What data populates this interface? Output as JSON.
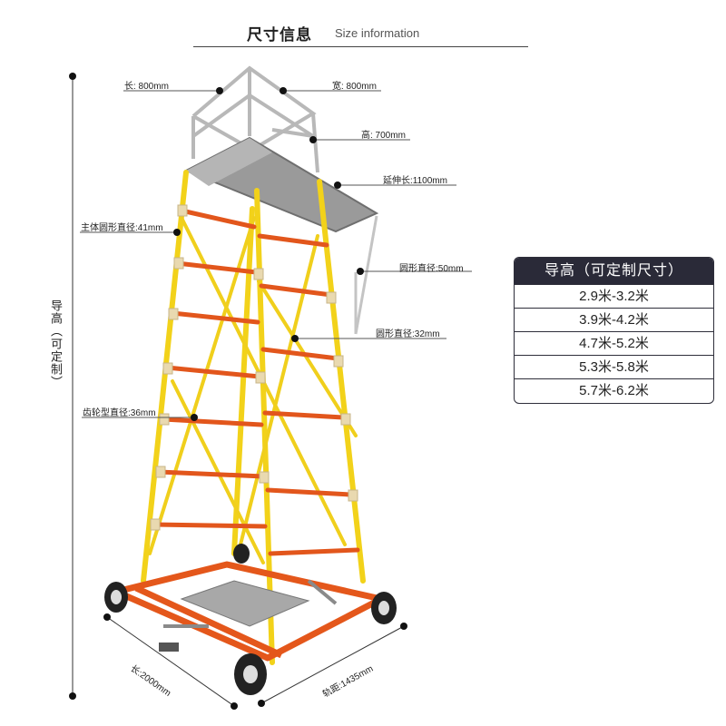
{
  "header": {
    "title": "尺寸信息",
    "subtitle": "Size information"
  },
  "annotations": {
    "length_top": "长: 800mm",
    "width_top": "宽: 800mm",
    "height_top": "高: 700mm",
    "extension": "延伸长:1100mm",
    "main_tube": "主体圆形直径:41mm",
    "round_50": "圆形直径:50mm",
    "round_32": "圆形直径:32mm",
    "gear_36": "齿轮型直径:36mm",
    "guide_height": "导高（可定制）",
    "base_length": "长:2000mm",
    "track_gauge": "轨距:1435mm"
  },
  "height_table": {
    "header": "导高（可定制尺寸）",
    "rows": [
      "2.9米-3.2米",
      "3.9米-4.2米",
      "4.7米-5.2米",
      "5.3米-5.8米",
      "5.7米-6.2米"
    ]
  },
  "colors": {
    "frame_yellow": "#f2d21a",
    "rung_orange": "#e2561c",
    "base_orange": "#e4571b",
    "table_header": "#2a2a38"
  }
}
